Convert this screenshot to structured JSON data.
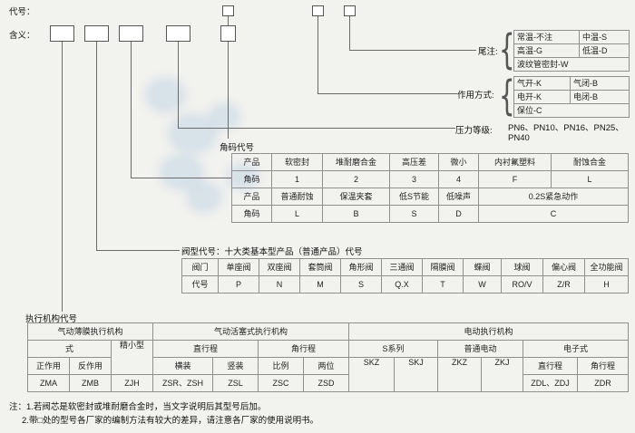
{
  "colors": {
    "bg": "#f2f2ef",
    "line": "#6a6a6a",
    "border": "#8f8f8f",
    "text": "#222222",
    "watermark": "#7da9d7"
  },
  "header": {
    "code_label": "代号：",
    "meaning_label": "含义："
  },
  "tail_note": {
    "label": "尾注:",
    "brace": "{",
    "r1c1": "常温-不注",
    "r1c2": "中温-S",
    "r2c1": "高温-G",
    "r2c2": "低温-D",
    "r3": "波纹管密封-W"
  },
  "action_mode": {
    "label": "作用方式:",
    "brace": "{",
    "r1c1": "气开-K",
    "r1c2": "气闭-B",
    "r2c1": "电开-K",
    "r2c2": "电闭-B",
    "r3": "保位-C"
  },
  "pressure": {
    "label": "压力等级:",
    "values": "PN6、PN10、PN16、PN25、PN40"
  },
  "corner_code": {
    "label": "角码代号",
    "product_label": "产品",
    "code_label": "角码",
    "upper_products": [
      "软密封",
      "堆耐磨合金",
      "高压差",
      "微小",
      "内衬氟塑料",
      "耐蚀合金"
    ],
    "upper_codes": [
      "1",
      "2",
      "3",
      "4",
      "F",
      "L"
    ],
    "lower_products": [
      "普通耐蚀",
      "保温夹套",
      "低S节能",
      "低噪声",
      "0.2S紧急动作"
    ],
    "lower_codes": [
      "L",
      "B",
      "S",
      "D",
      "C"
    ]
  },
  "valve_type": {
    "label": "阀型代号：十大类基本型产品（普通产品）代号",
    "valve_label": "阀门",
    "code_label": "代号",
    "valves": [
      "单座阀",
      "双座阀",
      "套筒阀",
      "角形阀",
      "三通阀",
      "隔膜阀",
      "蝶阀",
      "球阀",
      "偏心阀",
      "全功能阀"
    ],
    "codes": [
      "P",
      "N",
      "M",
      "S",
      "Q.X",
      "T",
      "W",
      "RO/V",
      "Z/R",
      "H"
    ]
  },
  "actuator": {
    "label": "执行机构代号",
    "group1": "气动薄膜执行机构",
    "group2": "气动活塞式执行机构",
    "group3": "电动执行机构",
    "type_label": "式",
    "compact": "精小型",
    "linear": "直行程",
    "angular": "角行程",
    "s_series": "S系列",
    "ordinary": "普通电动",
    "electronic": "电子式",
    "direct": "正作用",
    "reverse": "反作用",
    "horizontal": "横装",
    "vertical": "竖装",
    "proportional": "比例",
    "two_position": "两位",
    "skz": "SKZ",
    "skj": "SKJ",
    "zkz": "ZKZ",
    "zkj": "ZKJ",
    "e_linear": "直行程",
    "e_angular": "角行程",
    "zma": "ZMA",
    "zmb": "ZMB",
    "zjh": "ZJH",
    "zsr": "ZSR、ZSH",
    "zsl": "ZSL",
    "zsc": "ZSC",
    "zsd": "ZSD",
    "zdl": "ZDL、ZDJ",
    "zdr": "ZDR"
  },
  "notes": {
    "line1": "注：1.若阀芯是软密封或堆耐磨合金时，当文字说明后其型号后加。",
    "line2": "2.带□处的型号各厂家的编制方法有较大的差异，请注意各厂家的使用说明书。"
  }
}
